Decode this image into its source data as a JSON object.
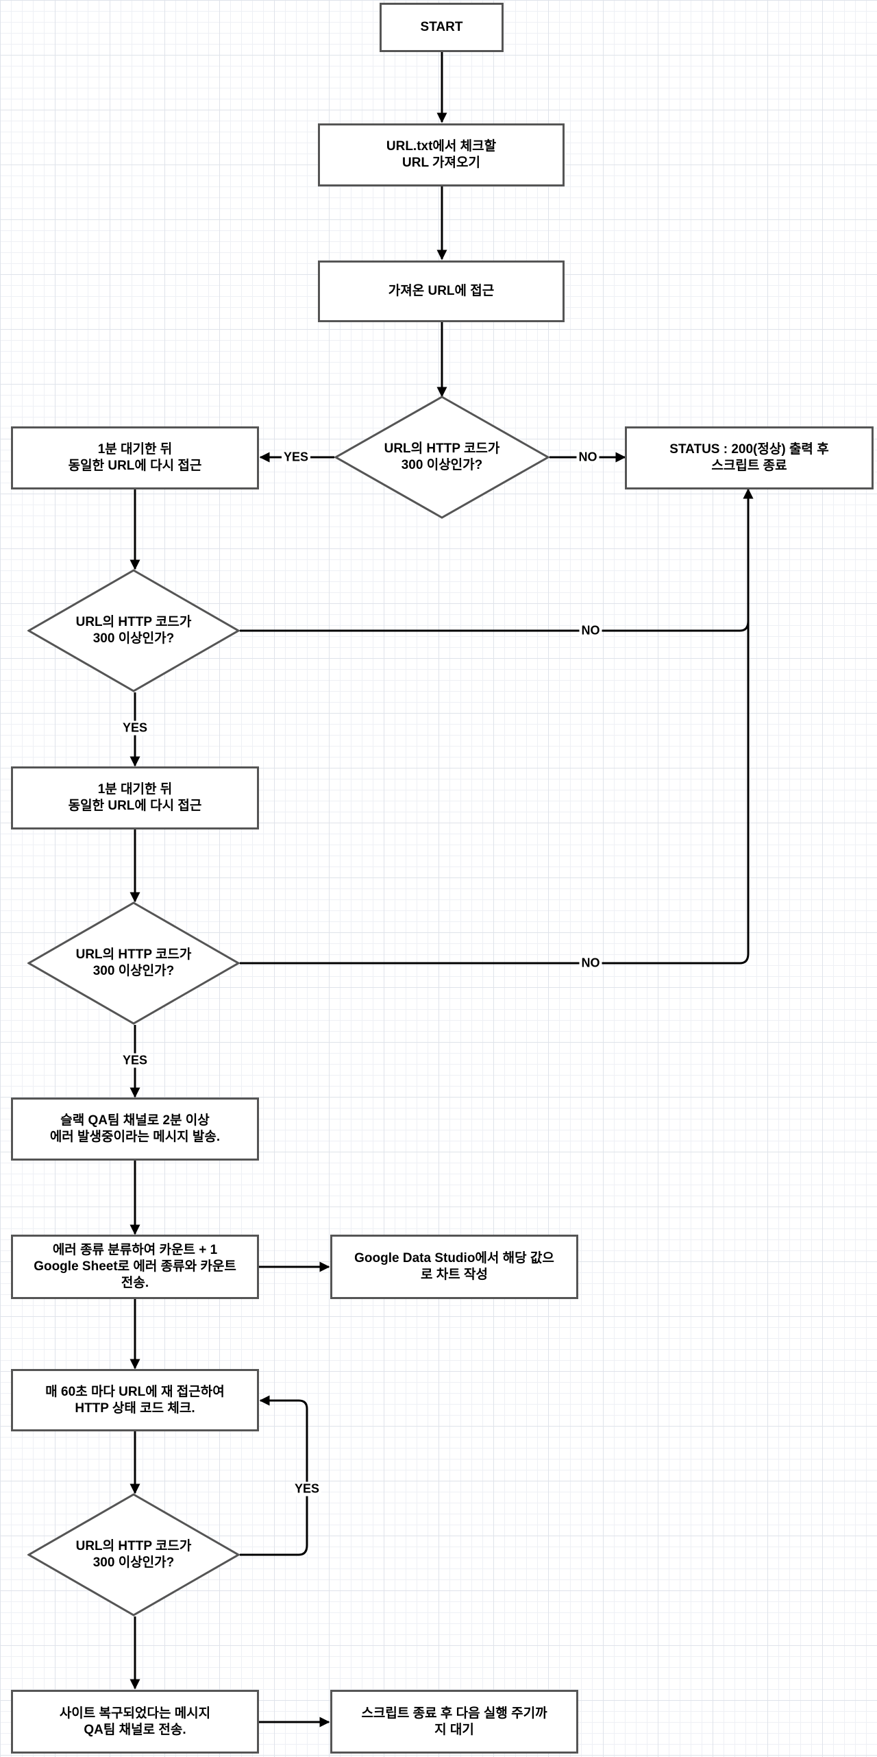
{
  "nodes": {
    "start": "START",
    "load_urls": "URL.txt에서 체크할\nURL 가져오기",
    "access_url": "가져온 URL에 접근",
    "check1": "URL의 HTTP 코드가\n300 이상인가?",
    "status_ok": "STATUS : 200(정상) 출력 후\n스크립트 종료",
    "wait1": "1분 대기한 뒤\n동일한 URL에 다시 접근",
    "check2": "URL의 HTTP 코드가\n300 이상인가?",
    "wait2": "1분 대기한 뒤\n동일한 URL에 다시 접근",
    "check3": "URL의 HTTP 코드가\n300 이상인가?",
    "slack_alert": "슬랙 QA팀 채널로 2분 이상\n에러 발생중이라는 메시지 발송.",
    "classify": "에러 종류 분류하여 카운트 + 1\nGoogle Sheet로 에러 종류와 카운트\n전송.",
    "data_studio": "Google Data Studio에서 해당 값으\n로 차트 작성",
    "poll": "매 60초 마다 URL에 재 접근하여\nHTTP 상태 코드 체크.",
    "check4": "URL의 HTTP 코드가\n300 이상인가?",
    "recovered": "사이트 복구되었다는 메시지\nQA팀 채널로 전송.",
    "end_wait": "스크립트 종료 후 다음 실행 주기까\n지 대기"
  },
  "edge_labels": {
    "c1_yes": "YES",
    "c1_no": "NO",
    "c2_no": "NO",
    "c2_yes": "YES",
    "c3_no": "NO",
    "c3_yes": "YES",
    "c4_yes": "YES"
  },
  "colors": {
    "line": "#000000",
    "node_border": "#555555",
    "grid": "#dfe3ea"
  }
}
